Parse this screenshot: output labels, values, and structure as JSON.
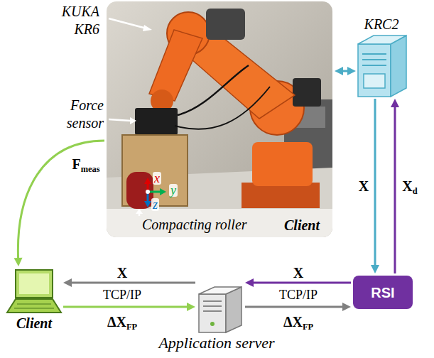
{
  "diagram": {
    "nodes": [
      {
        "text": [
          "Client"
        ]
      },
      {
        "text": [
          "KRC2"
        ]
      },
      {
        "text": [
          "RSI"
        ]
      },
      {
        "text": [
          "Application server"
        ]
      },
      {
        "text": [
          "Client"
        ]
      }
    ],
    "edges": [
      {
        "from": 0,
        "to": 1,
        "arrow": "both"
      },
      {
        "from": 1,
        "to": 2,
        "label": "X",
        "arrow": "to"
      },
      {
        "from": 2,
        "to": 1,
        "label": "Xd",
        "arrow": "to"
      },
      {
        "from": 2,
        "to": 3,
        "label": "X",
        "arrow": "to"
      },
      {
        "from": 3,
        "to": 2,
        "label": "ΔXFP",
        "arrow": "to"
      },
      {
        "from": 3,
        "to": 4,
        "label": "X",
        "arrow": "to"
      },
      {
        "from": 4,
        "to": 3,
        "label": "ΔXFP",
        "arrow": "to"
      },
      {
        "from": 0,
        "to": 4,
        "label": "Fmeas",
        "arrow": "to"
      }
    ],
    "labels": [
      "KUKA KR6",
      "Force sensor",
      "Compacting roller",
      "x",
      "y",
      "z",
      "TCP/IP",
      "TCP/IP"
    ]
  }
}
